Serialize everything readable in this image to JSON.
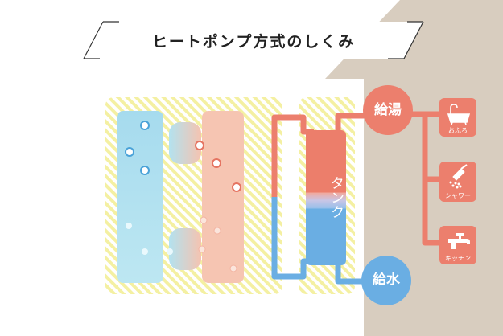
{
  "title": "ヒートポンプ方式のしくみ",
  "labels": {
    "hot_water_supply": "給湯",
    "water_supply": "給水",
    "tank": "タンク"
  },
  "outlets": [
    {
      "label": "おふろ",
      "icon": "bathtub-icon"
    },
    {
      "label": "シャワー",
      "icon": "shower-icon"
    },
    {
      "label": "キッチン",
      "icon": "faucet-icon"
    }
  ],
  "colors": {
    "hot": "#ec7f6d",
    "cold": "#6aaee3",
    "hatch": "#f2ee9a",
    "house": "#d8cdbf",
    "cold_panel": "#a9def0",
    "warm_panel": "#f6c7b3"
  }
}
